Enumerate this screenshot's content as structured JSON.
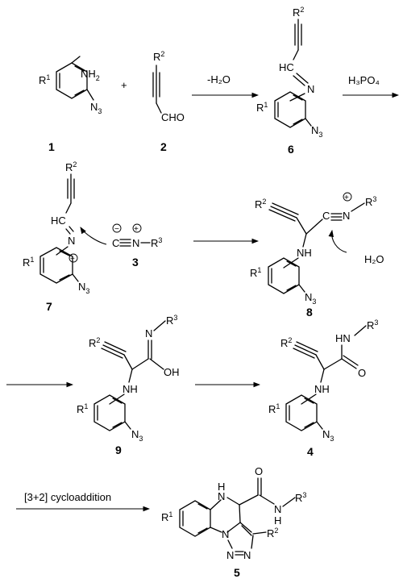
{
  "scheme": {
    "compounds": {
      "c1": "1",
      "c2": "2",
      "c6": "6",
      "c3": "3",
      "c7": "7",
      "c8": "8",
      "c9": "9",
      "c4": "4",
      "c5": "5"
    },
    "conditions": {
      "step1": "-H₂O",
      "step2": "H₃PO₄",
      "step5": "[3+2] cycloaddition"
    },
    "plus": "+",
    "water": "H₂O"
  }
}
